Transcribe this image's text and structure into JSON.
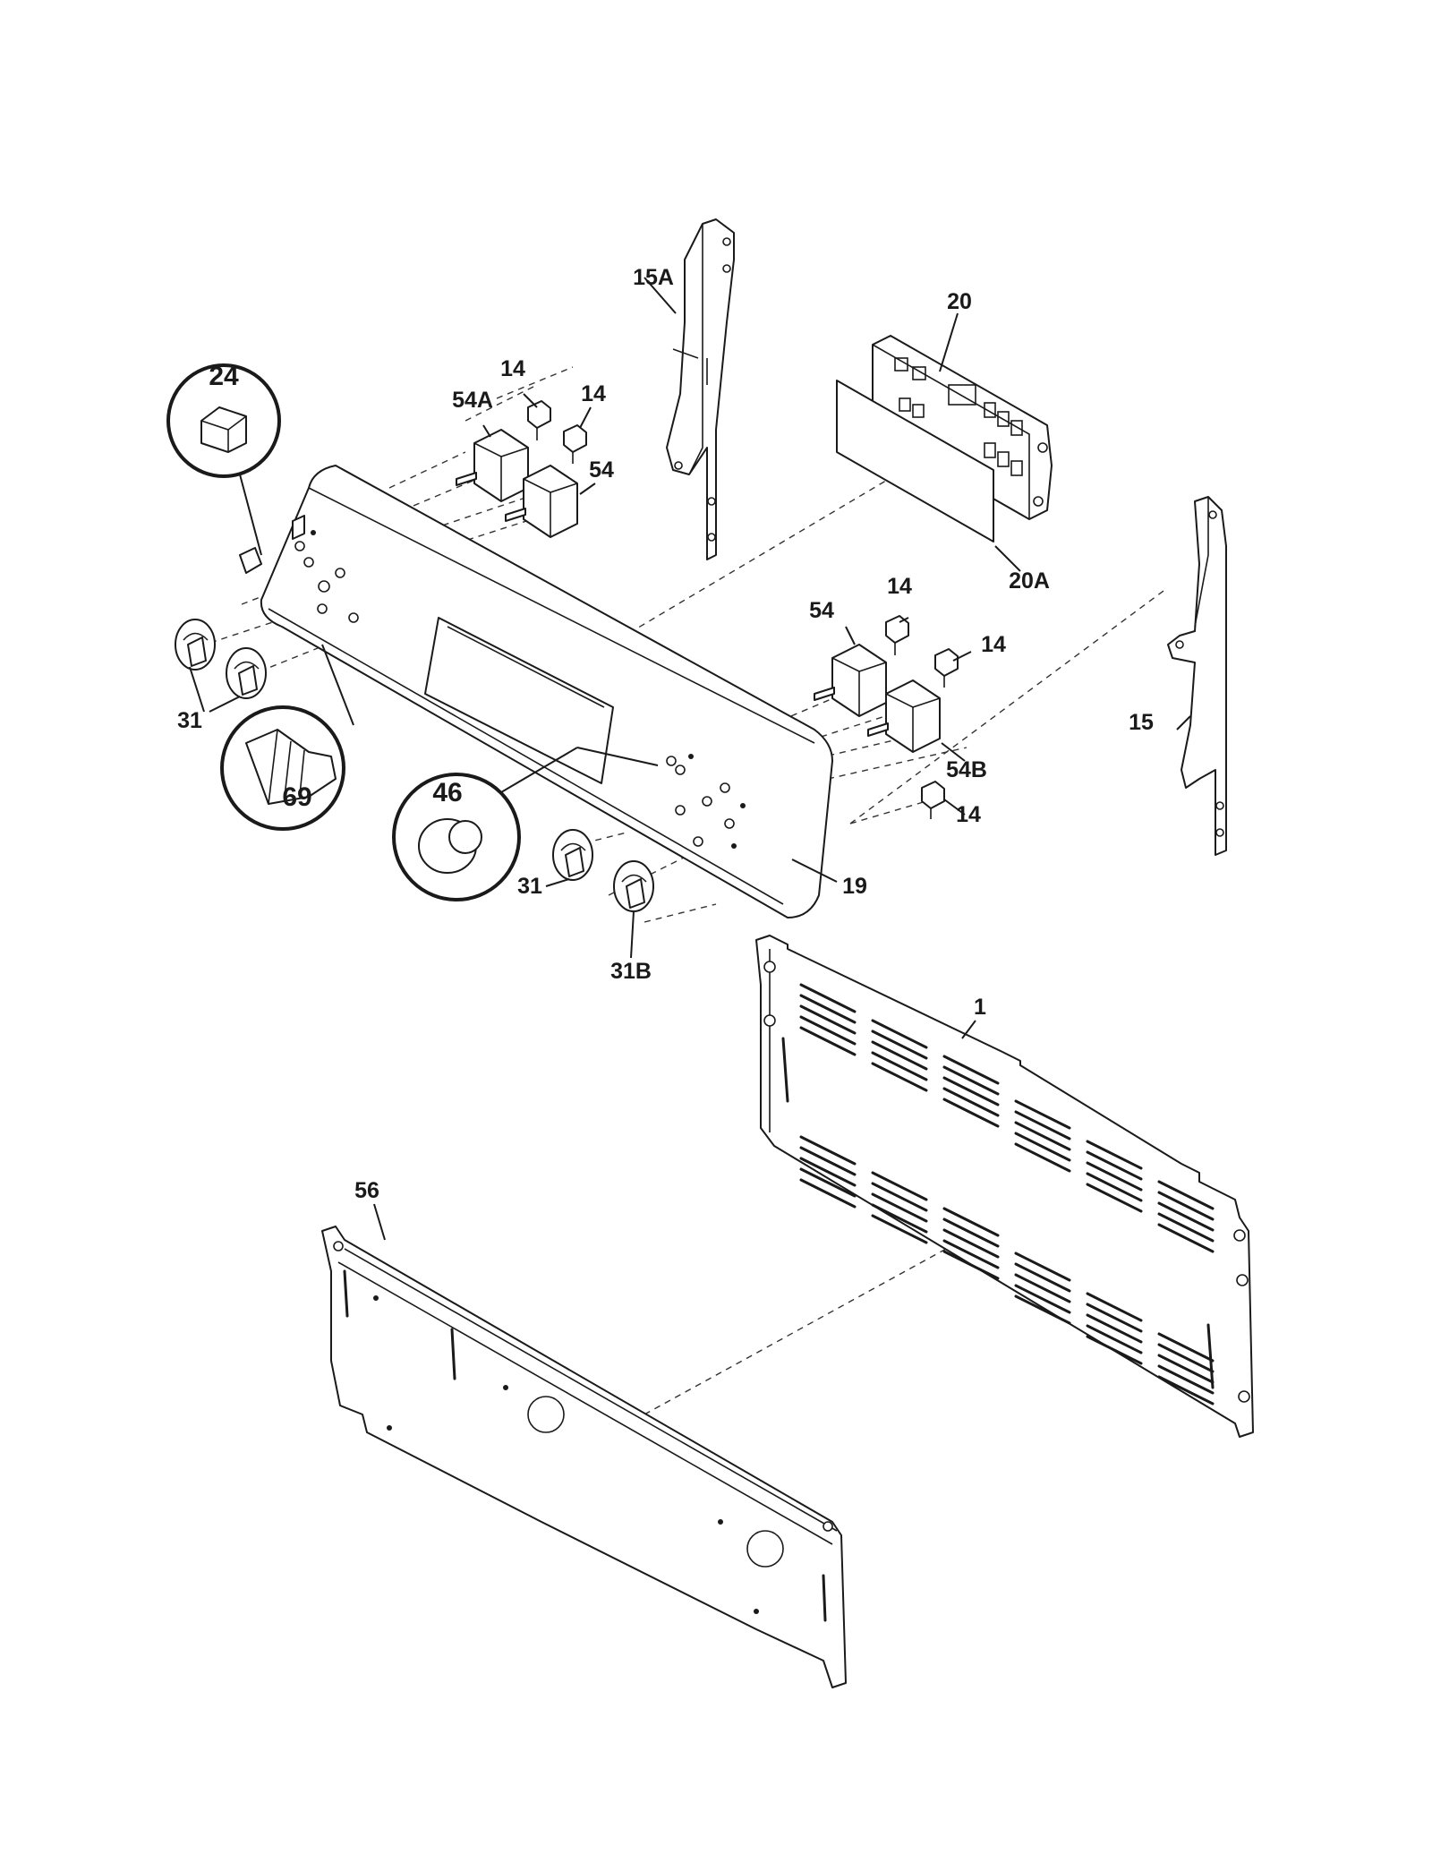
{
  "parts": {
    "p1": "1",
    "p14a": "14",
    "p14b": "14",
    "p14c": "14",
    "p14d": "14",
    "p14e": "14",
    "p15": "15",
    "p15a": "15A",
    "p19": "19",
    "p20": "20",
    "p20a": "20A",
    "p24": "24",
    "p31a": "31",
    "p31b": "31",
    "p31c": "31B",
    "p46": "46",
    "p54a": "54A",
    "p54b": "54",
    "p54c": "54",
    "p54d": "54B",
    "p56": "56",
    "p69": "69"
  }
}
